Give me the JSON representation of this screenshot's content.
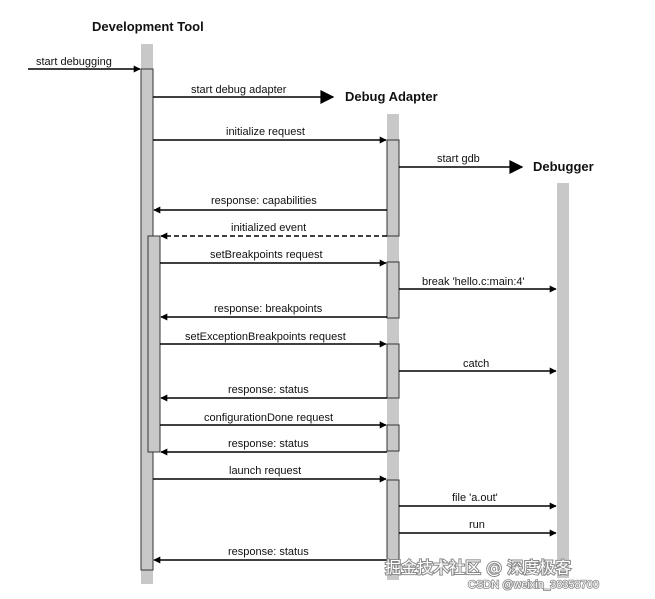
{
  "actors": {
    "development_tool": "Development Tool",
    "debug_adapter": "Debug Adapter",
    "debugger": "Debugger"
  },
  "messages": [
    {
      "id": "start-debugging",
      "label": "start debugging",
      "style": "solid"
    },
    {
      "id": "start-debug-adapter",
      "label": "start debug adapter",
      "style": "solid"
    },
    {
      "id": "initialize-request",
      "label": "initialize request",
      "style": "solid"
    },
    {
      "id": "start-gdb",
      "label": "start gdb",
      "style": "solid"
    },
    {
      "id": "response-capabilities",
      "label": "response: capabilities",
      "style": "solid"
    },
    {
      "id": "initialized-event",
      "label": "initialized event",
      "style": "dashed"
    },
    {
      "id": "set-breakpoints-request",
      "label": "setBreakpoints request",
      "style": "solid"
    },
    {
      "id": "break-hello",
      "label": "break 'hello.c:main:4'",
      "style": "solid"
    },
    {
      "id": "response-breakpoints",
      "label": "response: breakpoints",
      "style": "solid"
    },
    {
      "id": "set-exception-breakpoints-request",
      "label": "setExceptionBreakpoints request",
      "style": "solid"
    },
    {
      "id": "catch",
      "label": "catch",
      "style": "solid"
    },
    {
      "id": "response-status-1",
      "label": "response: status",
      "style": "solid"
    },
    {
      "id": "configuration-done-request",
      "label": "configurationDone request",
      "style": "solid"
    },
    {
      "id": "response-status-2",
      "label": "response: status",
      "style": "solid"
    },
    {
      "id": "launch-request",
      "label": "launch request",
      "style": "solid"
    },
    {
      "id": "file-a-out",
      "label": "file 'a.out'",
      "style": "solid"
    },
    {
      "id": "run",
      "label": "run",
      "style": "solid"
    },
    {
      "id": "response-status-3",
      "label": "response: status",
      "style": "solid"
    }
  ],
  "watermark": {
    "main": "掘金技术社区 @ 深度极客",
    "sub": "CSDN @weixin_38358700"
  }
}
